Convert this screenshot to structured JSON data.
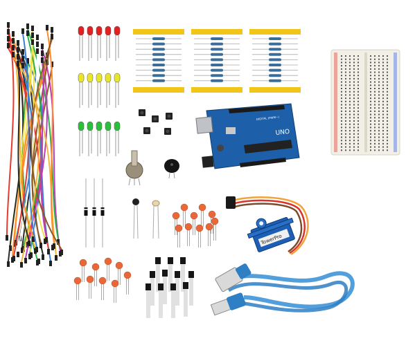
{
  "scene": {
    "background": "#ffffff",
    "description_items": [
      "jumper-wires",
      "leds-red",
      "leds-yellow",
      "leds-green",
      "resistor-strips",
      "breadboard",
      "push-buttons",
      "arduino-uno",
      "potentiometer",
      "buzzer",
      "diodes",
      "thermistor",
      "photoresistor",
      "ceramic-capacitors",
      "servo-motor",
      "transistors",
      "usb-cable"
    ]
  },
  "arduino": {
    "label_uno": "UNO",
    "label_brand": "DIGITAL (PWM~)",
    "board_color": "#1d5fa8"
  },
  "servo": {
    "label": "TowerPro",
    "body_color": "#1c5fb5"
  },
  "colors": {
    "led_red": "#e52020",
    "led_yellow": "#e8e62a",
    "led_green": "#2bbf3b",
    "resistor_tape": "#f2c618",
    "capacitor": "#e8683a",
    "usb_cable": "#3f95d8",
    "breadboard": "#f1efe6"
  }
}
